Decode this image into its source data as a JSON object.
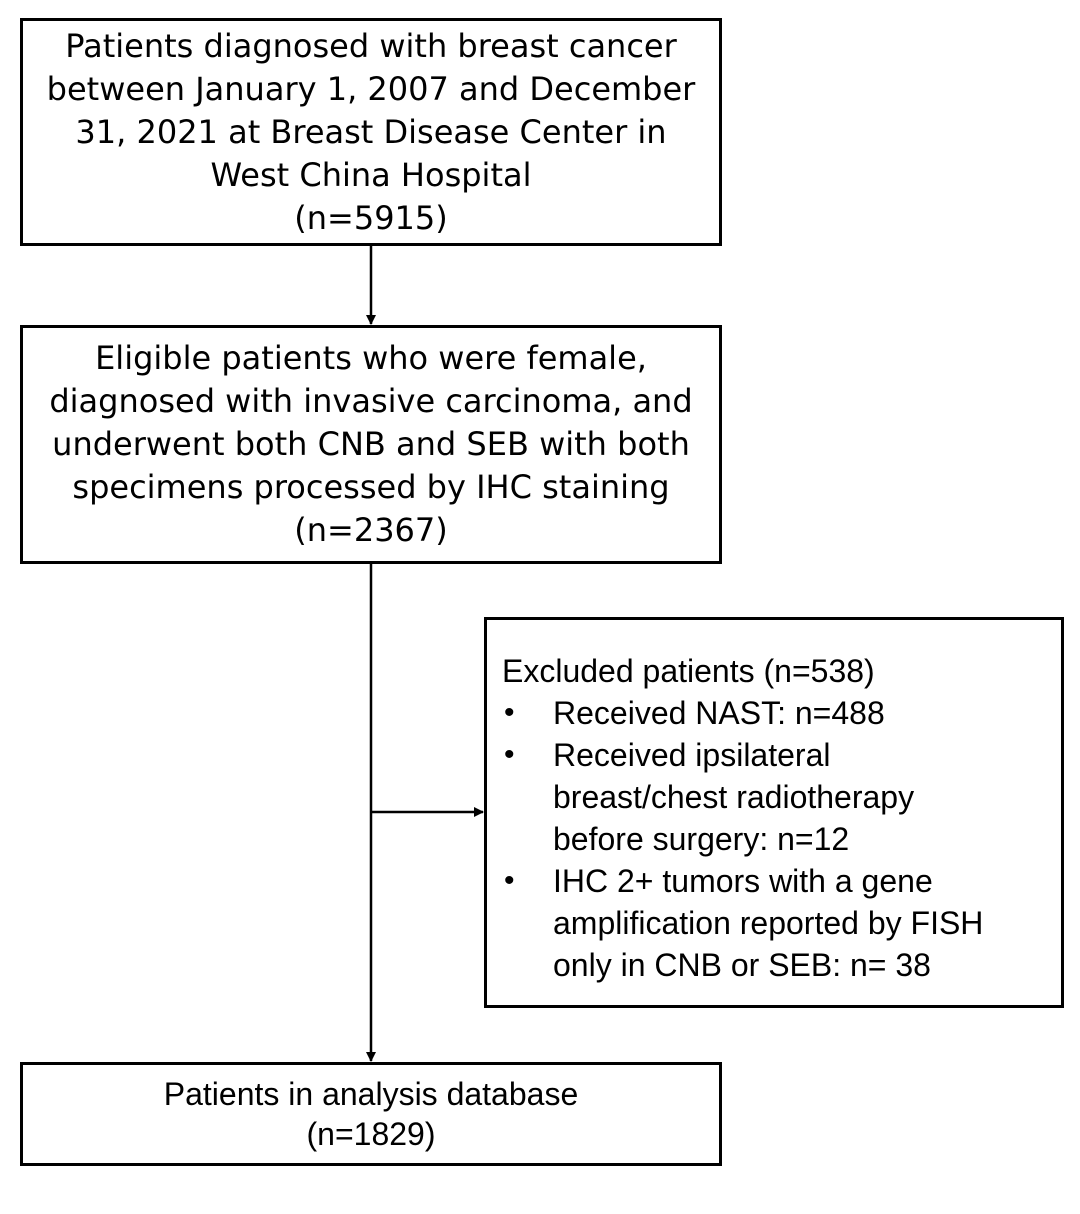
{
  "flowchart": {
    "box_1": {
      "lines": [
        "Patients diagnosed with breast cancer",
        "between January 1, 2007 and December",
        "31, 2021 at Breast Disease Center in",
        "West China Hospital",
        "(n=5915)"
      ]
    },
    "box_2": {
      "lines": [
        "Eligible patients who were female,",
        "diagnosed with invasive carcinoma, and",
        "underwent both CNB and SEB with both",
        "specimens processed by IHC staining",
        "(n=2367)"
      ]
    },
    "exclusion_box": {
      "title": "Excluded patients (n=538)",
      "bullet_glyph": "•",
      "items": [
        {
          "lines": [
            "Received NAST: n=488"
          ]
        },
        {
          "lines": [
            "Received ipsilateral",
            "breast/chest radiotherapy",
            "before surgery: n=12"
          ]
        },
        {
          "lines": [
            "IHC 2+ tumors with a gene",
            "amplification reported by FISH",
            "only in CNB or SEB: n= 38"
          ]
        }
      ]
    },
    "box_4": {
      "lines": [
        "Patients in analysis database",
        "(n=1829)"
      ]
    },
    "colors": {
      "stroke": "#000000",
      "background": "#ffffff",
      "text": "#000000"
    }
  }
}
